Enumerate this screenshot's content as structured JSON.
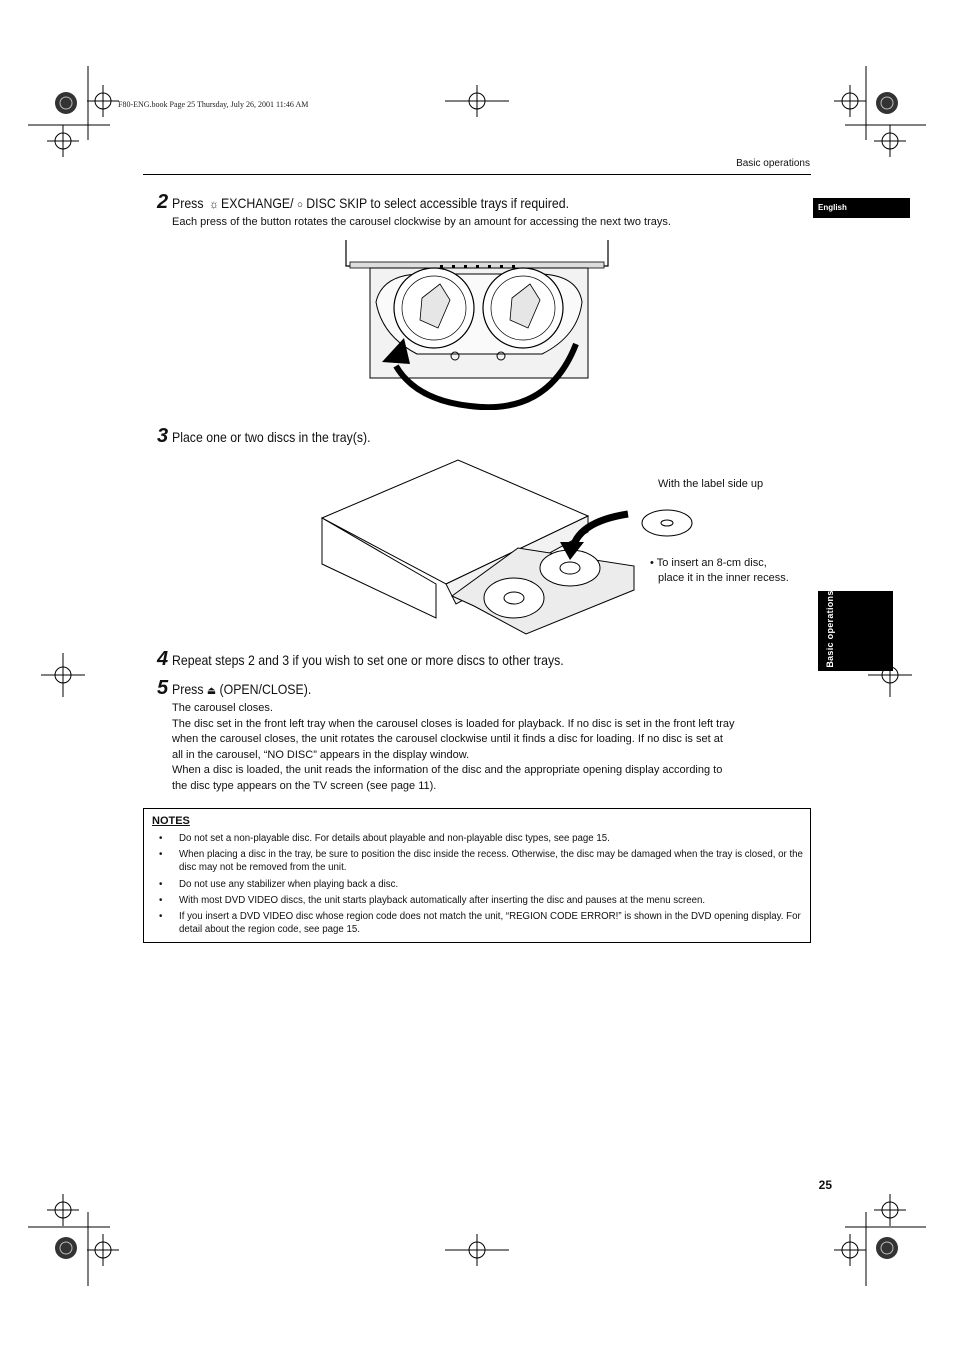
{
  "header": {
    "book_line": "F80-ENG.book  Page 25  Thursday, July 26, 2001  11:46 AM",
    "section": "Basic operations",
    "language_tab": "English",
    "side_tab": "Basic operations"
  },
  "step2": {
    "number": "2",
    "press": "Press",
    "exchange": "EXCHANGE/",
    "rest": "DISC SKIP to select accessible trays if required.",
    "description": "Each press of the button rotates the carousel clockwise by an amount for accessing the next two trays."
  },
  "step3": {
    "number": "3",
    "title": "Place one or two discs in the tray(s).",
    "label_side_up": "With the label side up",
    "insert_note_line1": "• To insert an 8-cm disc,",
    "insert_note_line2": "place it in the inner recess."
  },
  "step4": {
    "number": "4",
    "title": "Repeat steps 2 and 3 if you wish to set one or more discs to other trays."
  },
  "step5": {
    "number": "5",
    "press": "Press",
    "open_close": "(OPEN/CLOSE).",
    "lines": [
      "The carousel closes.",
      "The disc set in the front left tray when the carousel closes is loaded for playback. If no disc is set in the front left tray",
      "when the carousel closes, the unit rotates the carousel clockwise until it finds a disc for loading. If no disc is set at",
      "all in the carousel, “NO DISC” appears in the display window.",
      "When a disc is loaded, the unit reads the information of the disc and the appropriate opening display according to",
      "the disc type appears on the TV screen (see page 11)."
    ]
  },
  "notes": {
    "title": "NOTES",
    "items": [
      "Do not set a non-playable disc. For details about playable and non-playable disc types, see page 15.",
      "When placing a disc in the tray, be sure to position the disc inside the recess. Otherwise, the disc may be damaged when the tray is closed, or the disc may not be removed from the unit.",
      "Do not use any stabilizer when playing back a disc.",
      "With most DVD VIDEO discs, the unit starts playback automatically after inserting the disc and pauses at the menu screen.",
      "If you insert a DVD VIDEO disc whose region code does not match the unit, “REGION CODE ERROR!” is shown in the DVD opening display. For detail about the region code, see page 15."
    ]
  },
  "footer": {
    "page_number": "25"
  },
  "icons": {
    "exchange": "sun-icon",
    "disc_skip": "circle-icon",
    "open_close": "eject-icon"
  }
}
